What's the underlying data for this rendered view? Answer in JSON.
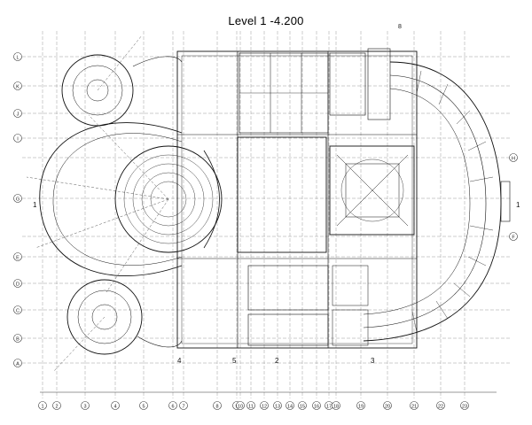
{
  "drawing": {
    "title": "Level 1  -4.200"
  },
  "axes": {
    "left_rows": [
      "L",
      "K",
      "J",
      "I",
      "G",
      "E",
      "D",
      "C",
      "B",
      "A"
    ],
    "right_rows": [
      "H",
      "F"
    ],
    "bottom_cols": [
      "1",
      "2",
      "3",
      "4",
      "5",
      "6",
      "7",
      "8",
      "9",
      "10",
      "11",
      "12",
      "13",
      "14",
      "15",
      "16",
      "17",
      "18",
      "19",
      "20",
      "21",
      "22",
      "23"
    ],
    "sections": [
      "1",
      "1",
      "2",
      "3",
      "4",
      "5"
    ],
    "top_marker": "8"
  }
}
